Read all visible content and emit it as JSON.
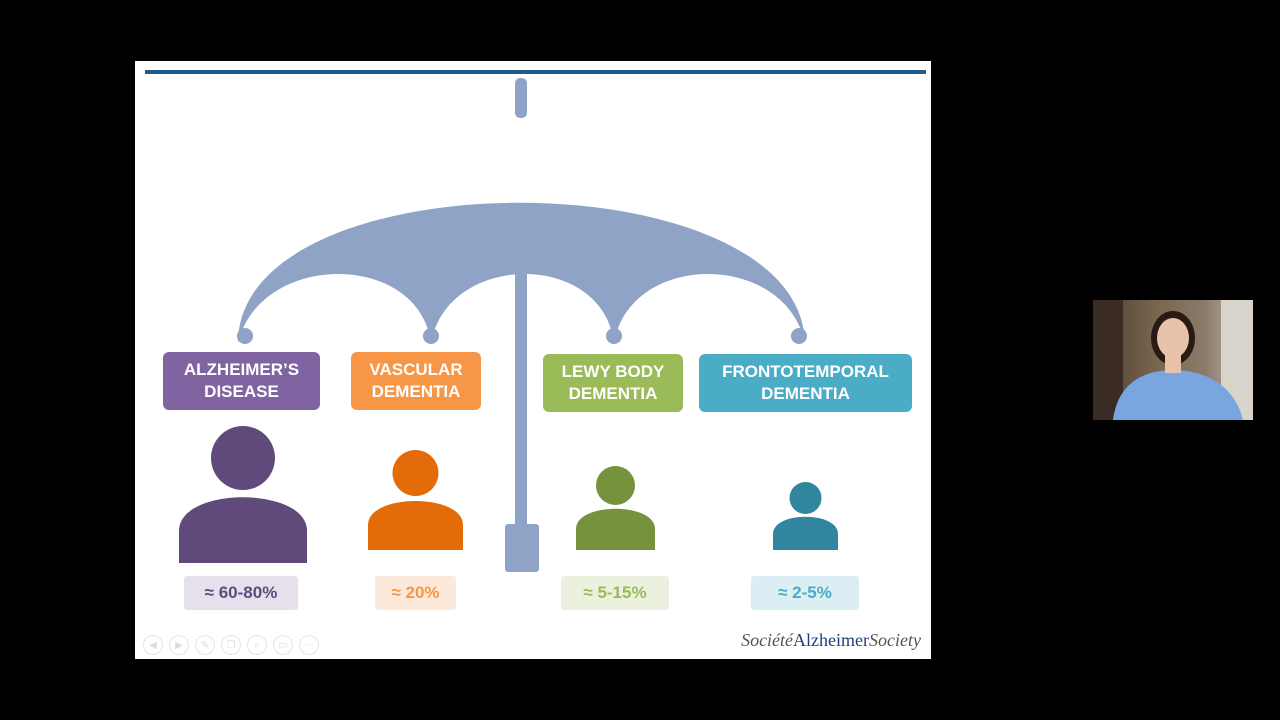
{
  "slide": {
    "title": "DEMENTIA",
    "categories": [
      {
        "label": "ALZHEIMER’S\nDISEASE",
        "percent": "≈ 60-80%",
        "color": "#8064a2",
        "person_color": "#604a7b",
        "pct_bg": "#e5e0ec",
        "pct_color": "#604a7b"
      },
      {
        "label": "VASCULAR\nDEMENTIA",
        "percent": "≈ 20%",
        "color": "#f79646",
        "person_color": "#e36c09",
        "pct_bg": "#fde9d9",
        "pct_color": "#f79646"
      },
      {
        "label": "LEWY BODY\nDEMENTIA",
        "percent": "≈ 5-15%",
        "color": "#9bbb59",
        "person_color": "#76923c",
        "pct_bg": "#ebf1de",
        "pct_color": "#9bbb59"
      },
      {
        "label": "FRONTOTEMPORAL\nDEMENTIA",
        "percent": "≈ 2-5%",
        "color": "#4bacc6",
        "person_color": "#31859c",
        "pct_bg": "#dbeef3",
        "pct_color": "#4bacc6"
      }
    ],
    "umbrella_color": "#8fa3c6",
    "logo": {
      "part1": "Société",
      "part2": "Alzheimer",
      "part3": "Society"
    }
  },
  "nav_icons": [
    "back-icon",
    "forward-icon",
    "pen-icon",
    "copy-icon",
    "zoom-icon",
    "screen-icon",
    "more-icon"
  ]
}
